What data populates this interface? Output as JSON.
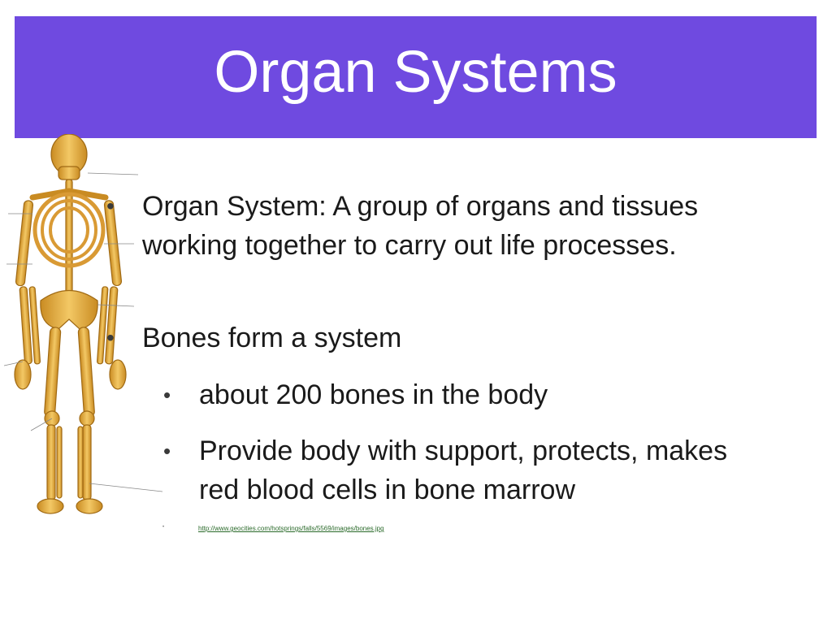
{
  "slide": {
    "title": "Organ Systems",
    "bullets": [
      {
        "text": "Organ System: A group of organs and tissues working together to carry out life processes."
      },
      {
        "text": "Bones form a system"
      }
    ],
    "sub_bullets": [
      {
        "text": "about 200 bones in the body"
      },
      {
        "text": "Provide body with support, protects, makes red blood cells in bone marrow"
      }
    ],
    "source_url": "http://www.geocities.com/hotsprings/falls/5569/images/bones.jpg",
    "bullet_glyph": "•"
  },
  "colors": {
    "title_bar": "#6f4ae0",
    "title_text": "#ffffff",
    "body_text": "#1a1a1a",
    "bone": "#e0a63a",
    "link": "#2a6a2a"
  },
  "image": {
    "icon": "skeleton-illustration"
  }
}
